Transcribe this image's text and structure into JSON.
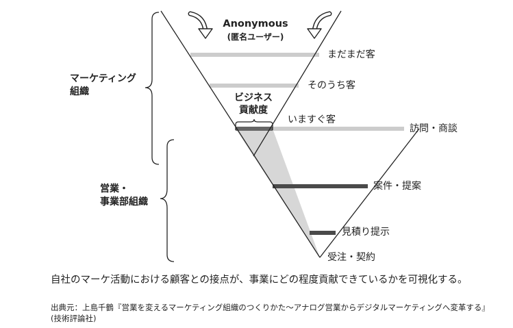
{
  "diagram": {
    "top_label": "Anonymous",
    "top_sublabel": "(匿名ユーザー)",
    "stages_left": [
      "まだまだ客",
      "そのうち客",
      "いますぐ客"
    ],
    "stages_right": [
      "訪問・商談",
      "案件・提案",
      "見積り提示",
      "受注・契約"
    ],
    "contribution_label_line1": "ビジネス",
    "contribution_label_line2": "貢献度",
    "marketing_org_line1": "マーケティング",
    "marketing_org_line2": "組織",
    "sales_org_line1": "営業・",
    "sales_org_line2": "事業部組織"
  },
  "caption": "自社のマーケ活動における顧客との接点が、事業にどの程度貢献できているかを可視化する。",
  "source_prefix": "出典元：",
  "source_text": "上島千鶴『営業を変えるマーケティング組織のつくりかた〜アナログ営業からデジタルマーケティングへ変革する』(技術評論社)",
  "colors": {
    "light_bar": "#c9c9c9",
    "dark_bar": "#555555",
    "shade": "#d6d6d6",
    "line": "#222222"
  }
}
